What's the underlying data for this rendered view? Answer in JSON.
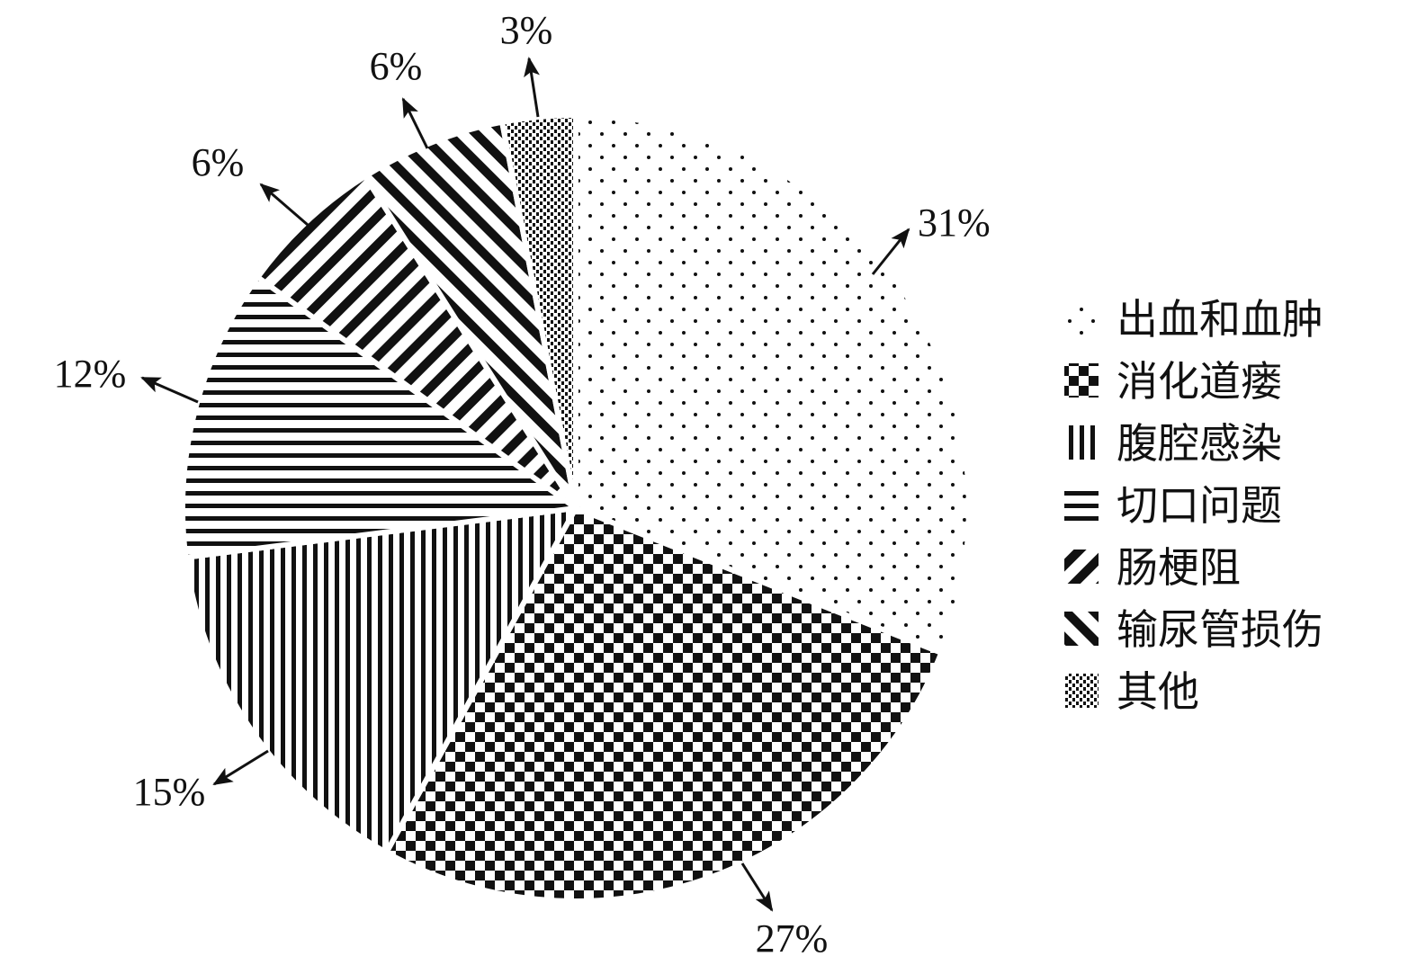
{
  "chart_data": {
    "type": "pie",
    "title": "",
    "series": [
      {
        "name": "出血和血肿",
        "value": 31,
        "label": "31%",
        "pattern": "dots"
      },
      {
        "name": "消化道瘘",
        "value": 27,
        "label": "27%",
        "pattern": "checker"
      },
      {
        "name": "腹腔感染",
        "value": 15,
        "label": "15%",
        "pattern": "vertical"
      },
      {
        "name": "切口问题",
        "value": 12,
        "label": "12%",
        "pattern": "horizontal"
      },
      {
        "name": "肠梗阻",
        "value": 6,
        "label": "6%",
        "pattern": "diag-up"
      },
      {
        "name": "输尿管损伤",
        "value": 6,
        "label": "6%",
        "pattern": "diag-down"
      },
      {
        "name": "其他",
        "value": 3,
        "label": "3%",
        "pattern": "fine-vertical"
      }
    ],
    "legend": {
      "position": "right"
    },
    "colors": {
      "ink": "#111111",
      "background": "#ffffff"
    }
  }
}
